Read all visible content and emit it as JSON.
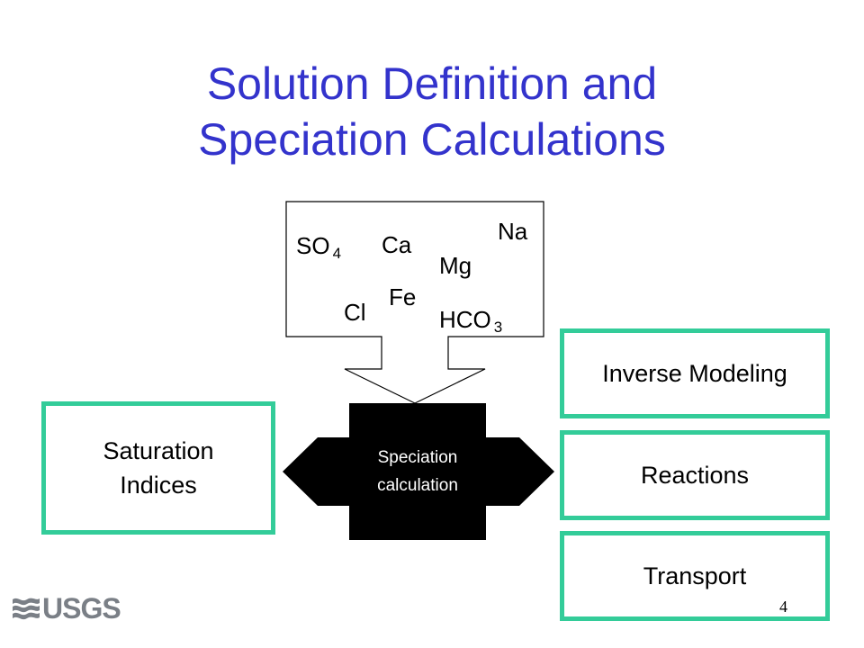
{
  "title": {
    "line1": "Solution Definition and",
    "line2": "Speciation Calculations"
  },
  "ions": {
    "so4": {
      "base": "SO",
      "sub": "4"
    },
    "ca": "Ca",
    "na": "Na",
    "mg": "Mg",
    "cl": "Cl",
    "fe": "Fe",
    "hco3": {
      "base": "HCO",
      "sub": "3"
    }
  },
  "core": {
    "line1": "Speciation",
    "line2": "calculation"
  },
  "left_box": {
    "line1": "Saturation",
    "line2": "Indices"
  },
  "right_boxes": {
    "inverse": "Inverse Modeling",
    "reactions": "Reactions",
    "transport": "Transport"
  },
  "footer": {
    "logo": "USGS",
    "page_number": "4"
  },
  "colors": {
    "title": "#3333cc",
    "box_border": "#33cc99",
    "core_fill": "#000000",
    "logo": "#7a7f86"
  },
  "icons": {
    "logo": "usgs-wave-logo-icon"
  }
}
